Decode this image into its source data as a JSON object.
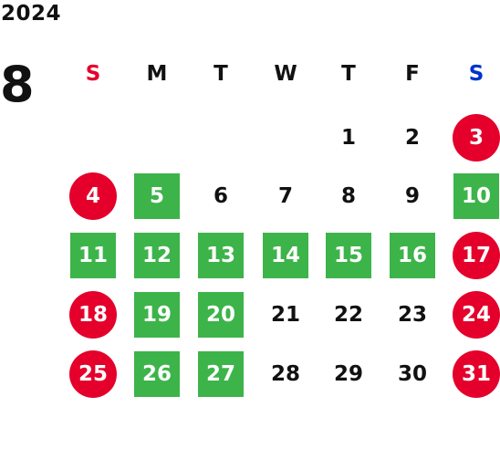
{
  "calendar": {
    "year": "2024",
    "month": "8",
    "weekdays": [
      "S",
      "M",
      "T",
      "W",
      "T",
      "F",
      "S"
    ],
    "colors": {
      "sunday_label": "#e4002b",
      "saturday_label": "#0033cc",
      "weekend_circle": "#e4002b",
      "highlight_square": "#3cb44a",
      "text": "#111111"
    },
    "weeks": [
      [
        null,
        null,
        null,
        null,
        {
          "n": "1",
          "t": "plain"
        },
        {
          "n": "2",
          "t": "plain"
        },
        {
          "n": "3",
          "t": "weekend"
        }
      ],
      [
        {
          "n": "4",
          "t": "weekend"
        },
        {
          "n": "5",
          "t": "green"
        },
        {
          "n": "6",
          "t": "plain"
        },
        {
          "n": "7",
          "t": "plain"
        },
        {
          "n": "8",
          "t": "plain"
        },
        {
          "n": "9",
          "t": "plain"
        },
        {
          "n": "10",
          "t": "green"
        }
      ],
      [
        {
          "n": "11",
          "t": "green"
        },
        {
          "n": "12",
          "t": "green"
        },
        {
          "n": "13",
          "t": "green"
        },
        {
          "n": "14",
          "t": "green"
        },
        {
          "n": "15",
          "t": "green"
        },
        {
          "n": "16",
          "t": "green"
        },
        {
          "n": "17",
          "t": "weekend"
        }
      ],
      [
        {
          "n": "18",
          "t": "weekend"
        },
        {
          "n": "19",
          "t": "green"
        },
        {
          "n": "20",
          "t": "green"
        },
        {
          "n": "21",
          "t": "plain"
        },
        {
          "n": "22",
          "t": "plain"
        },
        {
          "n": "23",
          "t": "plain"
        },
        {
          "n": "24",
          "t": "weekend"
        }
      ],
      [
        {
          "n": "25",
          "t": "weekend"
        },
        {
          "n": "26",
          "t": "green"
        },
        {
          "n": "27",
          "t": "green"
        },
        {
          "n": "28",
          "t": "plain"
        },
        {
          "n": "29",
          "t": "plain"
        },
        {
          "n": "30",
          "t": "plain"
        },
        {
          "n": "31",
          "t": "weekend"
        }
      ]
    ]
  }
}
